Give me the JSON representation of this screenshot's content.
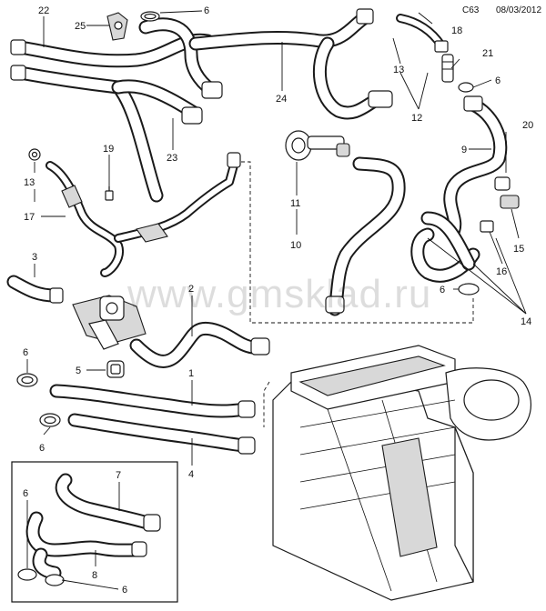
{
  "header": {
    "code": "C63",
    "date": "08/03/2012"
  },
  "watermark": "www.gmsklad.ru",
  "callouts": [
    {
      "id": "c22",
      "label": "22"
    },
    {
      "id": "c25",
      "label": "25"
    },
    {
      "id": "c6a",
      "label": "6"
    },
    {
      "id": "c24",
      "label": "24"
    },
    {
      "id": "c23",
      "label": "23"
    },
    {
      "id": "c19",
      "label": "19"
    },
    {
      "id": "c13a",
      "label": "13"
    },
    {
      "id": "c17",
      "label": "17"
    },
    {
      "id": "c3",
      "label": "3"
    },
    {
      "id": "c2",
      "label": "2"
    },
    {
      "id": "c6b",
      "label": "6"
    },
    {
      "id": "c5",
      "label": "5"
    },
    {
      "id": "c1",
      "label": "1"
    },
    {
      "id": "c6c",
      "label": "6"
    },
    {
      "id": "c4",
      "label": "4"
    },
    {
      "id": "c7",
      "label": "7"
    },
    {
      "id": "c6d",
      "label": "6"
    },
    {
      "id": "c8",
      "label": "8"
    },
    {
      "id": "c6e",
      "label": "6"
    },
    {
      "id": "c18",
      "label": "18"
    },
    {
      "id": "c13b",
      "label": "13"
    },
    {
      "id": "c21",
      "label": "21"
    },
    {
      "id": "c6f",
      "label": "6"
    },
    {
      "id": "c12",
      "label": "12"
    },
    {
      "id": "c20",
      "label": "20"
    },
    {
      "id": "c9",
      "label": "9"
    },
    {
      "id": "c11",
      "label": "11"
    },
    {
      "id": "c10",
      "label": "10"
    },
    {
      "id": "c15",
      "label": "15"
    },
    {
      "id": "c16",
      "label": "16"
    },
    {
      "id": "c6g",
      "label": "6"
    },
    {
      "id": "c14",
      "label": "14"
    }
  ]
}
